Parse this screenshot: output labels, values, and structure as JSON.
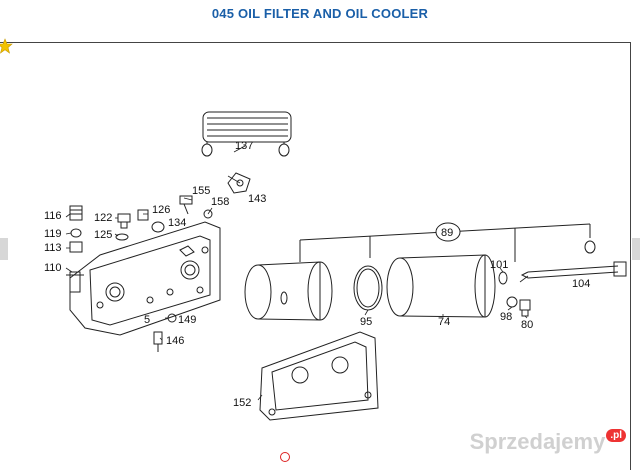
{
  "title": "045 OIL FILTER AND OIL COOLER",
  "callouts": {
    "c137": "137",
    "c143": "143",
    "c155": "155",
    "c158": "158",
    "c126": "126",
    "c134": "134",
    "c116": "116",
    "c122": "122",
    "c125": "125",
    "c119": "119",
    "c113": "113",
    "c110": "110",
    "c5": "5",
    "c149": "149",
    "c146": "146",
    "c89": "89",
    "c101": "101",
    "c104": "104",
    "c95": "95",
    "c74": "74",
    "c98": "98",
    "c80": "80",
    "c152": "152"
  },
  "watermark": {
    "text": "Sprzedajemy",
    "badge": ".pl"
  },
  "colors": {
    "title": "#1a5fa8",
    "line": "#222222",
    "star": "#f2c200",
    "dot": "#dd2222"
  }
}
